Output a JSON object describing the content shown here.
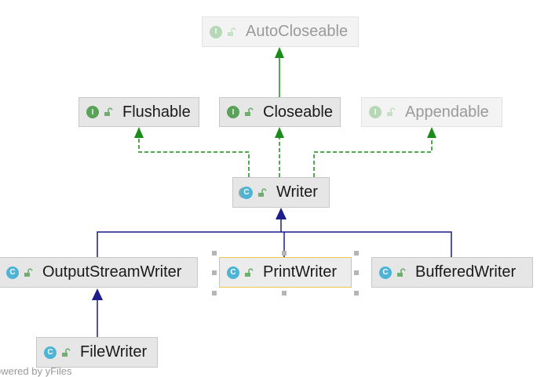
{
  "diagram": {
    "nodes": [
      {
        "id": "autocloseable",
        "label": "AutoCloseable",
        "kind": "interface",
        "badge": "I",
        "faded": true
      },
      {
        "id": "flushable",
        "label": "Flushable",
        "kind": "interface",
        "badge": "I",
        "faded": false
      },
      {
        "id": "closeable",
        "label": "Closeable",
        "kind": "interface",
        "badge": "I",
        "faded": false
      },
      {
        "id": "appendable",
        "label": "Appendable",
        "kind": "interface",
        "badge": "I",
        "faded": true
      },
      {
        "id": "writer",
        "label": "Writer",
        "kind": "abstract-class",
        "badge": "C",
        "faded": false
      },
      {
        "id": "outputstreamwriter",
        "label": "OutputStreamWriter",
        "kind": "class",
        "badge": "C",
        "faded": false
      },
      {
        "id": "printwriter",
        "label": "PrintWriter",
        "kind": "class",
        "badge": "C",
        "faded": false,
        "selected": true
      },
      {
        "id": "bufferedwriter",
        "label": "BufferedWriter",
        "kind": "class",
        "badge": "C",
        "faded": false
      },
      {
        "id": "filewriter",
        "label": "FileWriter",
        "kind": "class",
        "badge": "C",
        "faded": false
      }
    ],
    "edges": [
      {
        "from": "closeable",
        "to": "autocloseable",
        "type": "extends"
      },
      {
        "from": "writer",
        "to": "flushable",
        "type": "implements"
      },
      {
        "from": "writer",
        "to": "closeable",
        "type": "implements"
      },
      {
        "from": "writer",
        "to": "appendable",
        "type": "implements"
      },
      {
        "from": "outputstreamwriter",
        "to": "writer",
        "type": "extends"
      },
      {
        "from": "printwriter",
        "to": "writer",
        "type": "extends"
      },
      {
        "from": "bufferedwriter",
        "to": "writer",
        "type": "extends"
      },
      {
        "from": "filewriter",
        "to": "outputstreamwriter",
        "type": "extends"
      }
    ],
    "colors": {
      "interface_edge": "#1a8c1a",
      "class_edge": "#1c1c8a",
      "selection": "#f0c64a"
    },
    "watermark": "owered by yFiles"
  }
}
